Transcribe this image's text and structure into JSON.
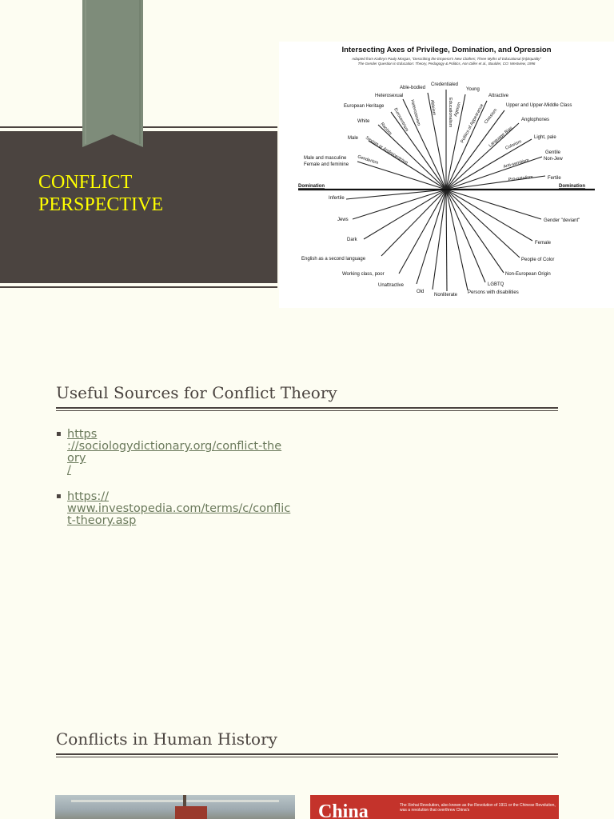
{
  "slide1": {
    "title_line1": "CONFLICT",
    "title_line2": "PERSPECTIVE",
    "figure": {
      "title": "Intersecting Axes of Privilege, Domination, and Opression",
      "subtitle1": "Adapted from Kathryn Pauly Morgan, \"Describing the Emperor's New Clothes; Three Myths of Educational (In)Equality\"",
      "subtitle2": "The Gender Question in Education: Theory, Pedagogy & Politics, Ann Diller et al., Boulder, CO: Westview, 1996",
      "left_axis_label": "Domination",
      "right_axis_label": "Domination",
      "privileged_labels": [
        "Credentialed",
        "Young",
        "Able-bodied",
        "Attractive",
        "Heterosexual",
        "Upper and Upper-Middle Class",
        "European Heritage",
        "Anglophones",
        "White",
        "Light, pale",
        "Male",
        "Gentile",
        "Non-Jew",
        "Male and masculine",
        "Female and feminine",
        "Fertile"
      ],
      "oppressed_labels": [
        "Infertile",
        "Gender \"deviant\"",
        "Jews",
        "Female",
        "Dark",
        "People of Color",
        "English as a second language",
        "Non-European Origin",
        "Working class, poor",
        "LGBTQ",
        "Unattractive",
        "Persons with disabilities",
        "Old",
        "Nonliterate"
      ],
      "axis_labels": [
        "Ableism",
        "Educationalism",
        "Ageism",
        "Heterosexism",
        "Politics of Appearance",
        "Eurocentrism",
        "Classism",
        "Racism",
        "Language Bias",
        "Sexism or Androcentrism",
        "Colorism",
        "Genderism",
        "Anti-semitism",
        "Pro-natalism"
      ]
    }
  },
  "slide2": {
    "title": "Useful Sources for Conflict Theory",
    "links": [
      {
        "lines": [
          "https",
          "://sociologydictionary.org/conflict-the",
          "ory",
          "/"
        ]
      },
      {
        "lines": [
          "https://",
          "www.investopedia.com/terms/c/conflic",
          "t-theory.asp"
        ]
      }
    ]
  },
  "slide3": {
    "title": "Conflicts in Human History",
    "thumb2_title": "China",
    "thumb2_text": "The Xinhai Revolution, also known as the Revolution of 1911 or the Chinese Revolution, was a revolution that overthrew China's"
  },
  "colors": {
    "band": "#4b4440",
    "ribbon": "#7e8c7a",
    "title_yellow": "#ffff00",
    "link": "#6b7a5c",
    "background": "#fdfdf2"
  }
}
